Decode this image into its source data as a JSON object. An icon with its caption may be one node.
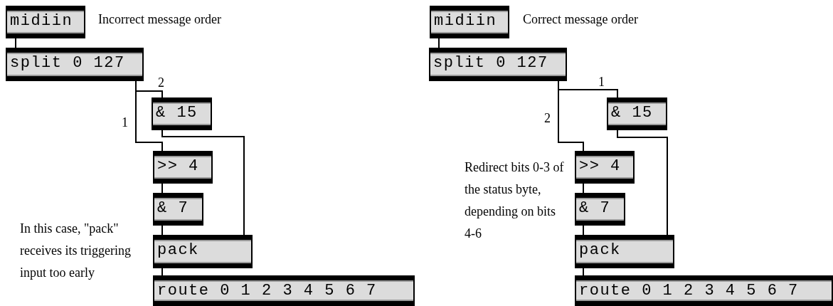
{
  "diagram": {
    "nodes": [
      {
        "text": [
          "midiin"
        ]
      },
      {
        "text": [
          "split 0 127"
        ]
      },
      {
        "text": [
          "& 15"
        ]
      },
      {
        "text": [
          ">> 4"
        ]
      },
      {
        "text": [
          "& 7"
        ]
      },
      {
        "text": [
          "pack"
        ]
      },
      {
        "text": [
          "route 0 1 2 3 4 5 6 7"
        ]
      },
      {
        "text": [
          "midiin"
        ]
      },
      {
        "text": [
          "split 0 127"
        ]
      },
      {
        "text": [
          "& 15"
        ]
      },
      {
        "text": [
          ">> 4"
        ]
      },
      {
        "text": [
          "& 7"
        ]
      },
      {
        "text": [
          "pack"
        ]
      },
      {
        "text": [
          "route 0 1 2 3 4 5 6 7"
        ]
      }
    ],
    "edges": [
      {
        "from": 0,
        "to": 1,
        "arrow": "none"
      },
      {
        "from": 1,
        "to": 2,
        "label": "2",
        "arrow": "none"
      },
      {
        "from": 1,
        "to": 3,
        "label": "1",
        "arrow": "none"
      },
      {
        "from": 3,
        "to": 4,
        "arrow": "none"
      },
      {
        "from": 4,
        "to": 5,
        "arrow": "none"
      },
      {
        "from": 2,
        "to": 5,
        "arrow": "none"
      },
      {
        "from": 5,
        "to": 6,
        "arrow": "none"
      },
      {
        "from": 7,
        "to": 8,
        "arrow": "none"
      },
      {
        "from": 8,
        "to": 9,
        "label": "1",
        "arrow": "none"
      },
      {
        "from": 8,
        "to": 10,
        "label": "2",
        "arrow": "none"
      },
      {
        "from": 10,
        "to": 11,
        "arrow": "none"
      },
      {
        "from": 11,
        "to": 12,
        "arrow": "none"
      },
      {
        "from": 9,
        "to": 12,
        "arrow": "none"
      },
      {
        "from": 12,
        "to": 13,
        "arrow": "none"
      }
    ],
    "labels": [
      "Incorrect message order",
      "Correct message order",
      "Redirect bits 0-3 of the status byte, depending on bits 4-6",
      "In this case, \"pack\" receives its triggering input too early"
    ]
  }
}
